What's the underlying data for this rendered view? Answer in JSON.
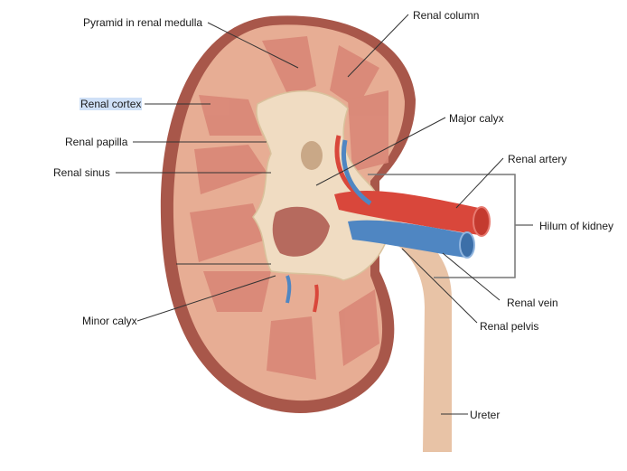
{
  "diagram": {
    "subject": "Kidney (coronal section)",
    "labels": {
      "pyramid": "Pyramid in renal medulla",
      "renal_column": "Renal column",
      "renal_cortex": "Renal cortex",
      "major_calyx": "Major calyx",
      "renal_papilla": "Renal papilla",
      "renal_artery": "Renal artery",
      "renal_sinus": "Renal sinus",
      "hilum": "Hilum of kidney",
      "renal_vein": "Renal vein",
      "minor_calyx": "Minor calyx",
      "renal_pelvis": "Renal pelvis",
      "ureter": "Ureter"
    },
    "highlighted_label": "Renal cortex",
    "colors": {
      "capsule": "#a8574a",
      "cortex": "#e7ad94",
      "pyramid": "#d98777",
      "sinus": "#f0dcc2",
      "artery": "#d9473b",
      "vein": "#4f86c2",
      "ureter": "#e8c3a6",
      "highlight": "#cfe0f7",
      "leader_line": "#333333"
    }
  }
}
